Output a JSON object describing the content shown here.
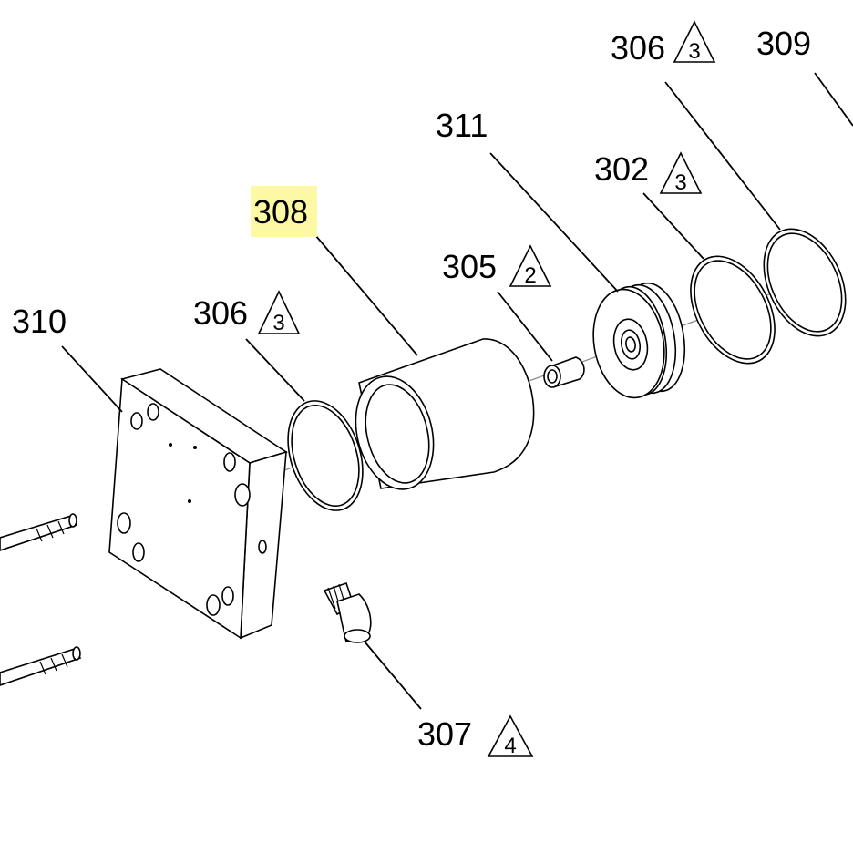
{
  "diagram": {
    "highlight_color": "#fdf8a4",
    "callouts": [
      {
        "id": "310",
        "label": "310",
        "warning": ""
      },
      {
        "id": "306a",
        "label": "306",
        "warning": "3"
      },
      {
        "id": "308",
        "label": "308",
        "warning": "",
        "highlighted": true
      },
      {
        "id": "305",
        "label": "305",
        "warning": "2"
      },
      {
        "id": "311",
        "label": "311",
        "warning": ""
      },
      {
        "id": "302",
        "label": "302",
        "warning": "3"
      },
      {
        "id": "306b",
        "label": "306",
        "warning": "3"
      },
      {
        "id": "309",
        "label": "309",
        "warning": ""
      },
      {
        "id": "307",
        "label": "307",
        "warning": "4"
      }
    ]
  }
}
